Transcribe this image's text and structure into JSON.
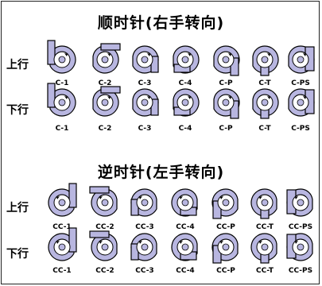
{
  "sections": [
    {
      "title": "顺时针(右手转向)",
      "direction": "cw",
      "rows": [
        {
          "label": "上行",
          "codes": [
            "C-1",
            "C-2",
            "C-3",
            "C-4",
            "C-P",
            "C-T",
            "C-PS"
          ]
        },
        {
          "label": "下行",
          "codes": [
            "C-1",
            "C-2",
            "C-3",
            "C-4",
            "C-P",
            "C-T",
            "C-PS"
          ]
        }
      ]
    },
    {
      "title": "逆时针(左手转向)",
      "direction": "ccw",
      "rows": [
        {
          "label": "上行",
          "codes": [
            "CC-1",
            "CC-2",
            "CC-3",
            "CC-4",
            "CC-P",
            "CC-T",
            "CC-PS"
          ]
        },
        {
          "label": "下行",
          "codes": [
            "CC-1",
            "CC-2",
            "CC-3",
            "CC-4",
            "CC-P",
            "CC-T",
            "CC-PS"
          ]
        }
      ]
    }
  ],
  "colors": {
    "casing": "#b8b6e0",
    "outline": "#000000",
    "background": "#ffffff"
  }
}
